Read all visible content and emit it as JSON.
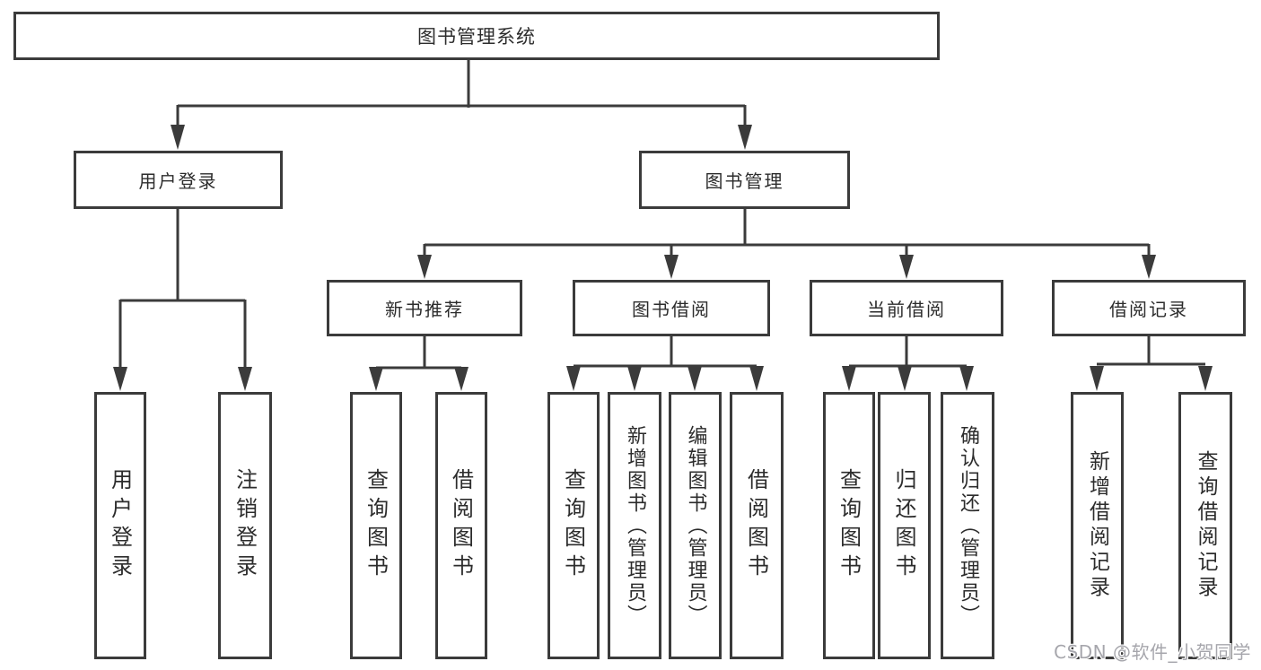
{
  "tree": {
    "label": "图书管理系统",
    "children": [
      {
        "label": "用户登录",
        "children": [
          {
            "label": "用户登录"
          },
          {
            "label": "注销登录"
          }
        ]
      },
      {
        "label": "图书管理",
        "children": [
          {
            "label": "新书推荐",
            "children": [
              {
                "label": "查询图书"
              },
              {
                "label": "借阅图书"
              }
            ]
          },
          {
            "label": "图书借阅",
            "children": [
              {
                "label": "查询图书"
              },
              {
                "label": "新增图书（管理员）"
              },
              {
                "label": "编辑图书（管理员）"
              },
              {
                "label": "借阅图书"
              }
            ]
          },
          {
            "label": "当前借阅",
            "children": [
              {
                "label": "查询图书"
              },
              {
                "label": "归还图书"
              },
              {
                "label": "确认归还（管理员）"
              }
            ]
          },
          {
            "label": "借阅记录",
            "children": [
              {
                "label": "新增借阅记录"
              },
              {
                "label": "查询借阅记录"
              }
            ]
          }
        ]
      }
    ]
  },
  "watermark": "CSDN @软件_小贺同学",
  "colors": {
    "line": "#3b3b3b",
    "text": "#2c2c2c",
    "watermark_gray": "#a6a6ac",
    "background": "#ffffff"
  }
}
